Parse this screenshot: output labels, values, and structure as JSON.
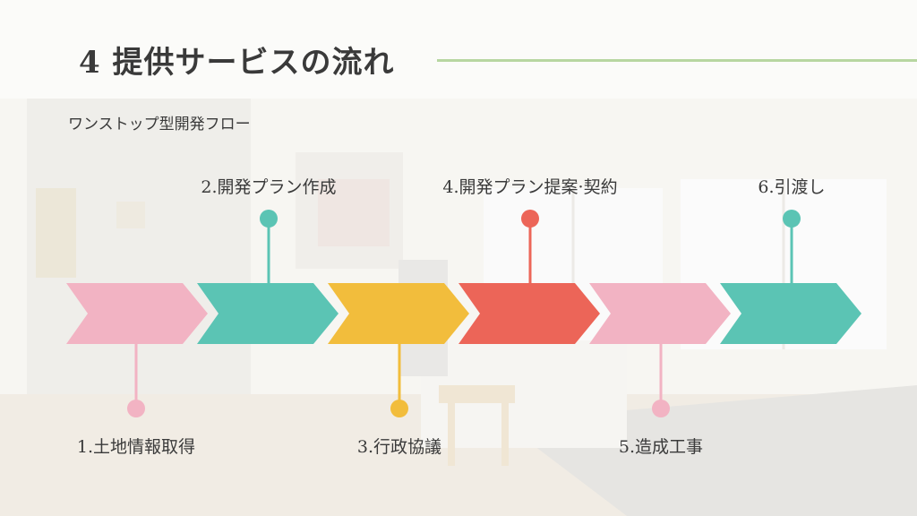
{
  "title": "4 提供サービスの流れ",
  "subtitle": "ワンストップ型開発フロー",
  "colors": {
    "pink": "#f2b3c3",
    "teal": "#5bc4b4",
    "yellow": "#f2bd3c",
    "red": "#ec6558",
    "accent_line": "#b7d6a1"
  },
  "steps": [
    {
      "label": "1.土地情報取得",
      "color": "#f2b3c3",
      "position": "below"
    },
    {
      "label": "2.開発プラン作成",
      "color": "#5bc4b4",
      "position": "above"
    },
    {
      "label": "3.行政協議",
      "color": "#f2bd3c",
      "position": "below"
    },
    {
      "label": "4.開発プラン提案·契約",
      "color": "#ec6558",
      "position": "above"
    },
    {
      "label": "5.造成工事",
      "color": "#f2b3c3",
      "position": "below"
    },
    {
      "label": "6.引渡し",
      "color": "#5bc4b4",
      "position": "above"
    }
  ]
}
